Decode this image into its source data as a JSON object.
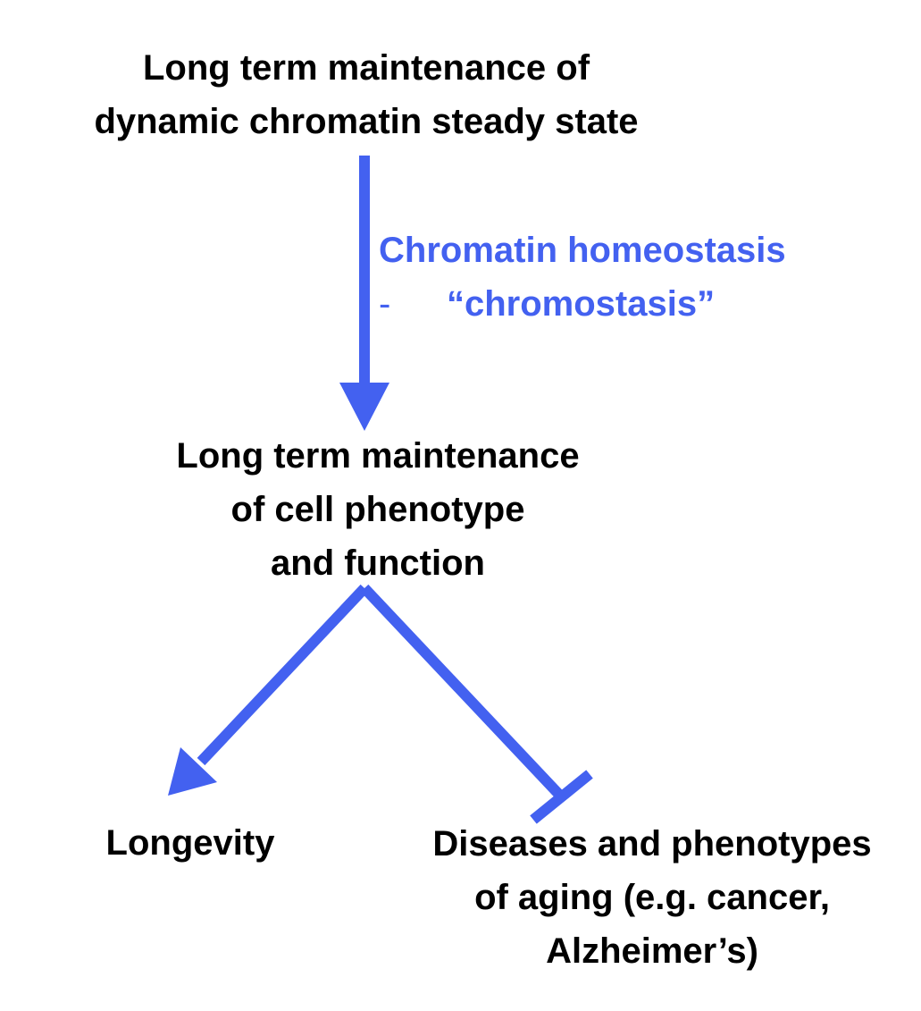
{
  "colors": {
    "arrow": "#4361f0",
    "mechanism_text": "#4361f0",
    "node_text": "#000000"
  },
  "nodes": {
    "top": {
      "lines": [
        "Long term maintenance of",
        "dynamic chromatin steady state"
      ]
    },
    "middle": {
      "lines": [
        "Long term maintenance",
        "of cell phenotype",
        "and function"
      ]
    },
    "longevity": {
      "label": "Longevity"
    },
    "diseases": {
      "lines": [
        "Diseases and phenotypes",
        "of aging (e.g. cancer,",
        "Alzheimer’s)"
      ]
    }
  },
  "mechanism": {
    "line1": "Chromatin homeostasis",
    "bullet": "-",
    "line2": "“chromostasis”"
  },
  "edges": [
    {
      "from": "top",
      "to": "middle",
      "type": "activation"
    },
    {
      "from": "middle",
      "to": "longevity",
      "type": "activation"
    },
    {
      "from": "middle",
      "to": "diseases",
      "type": "inhibition"
    }
  ]
}
